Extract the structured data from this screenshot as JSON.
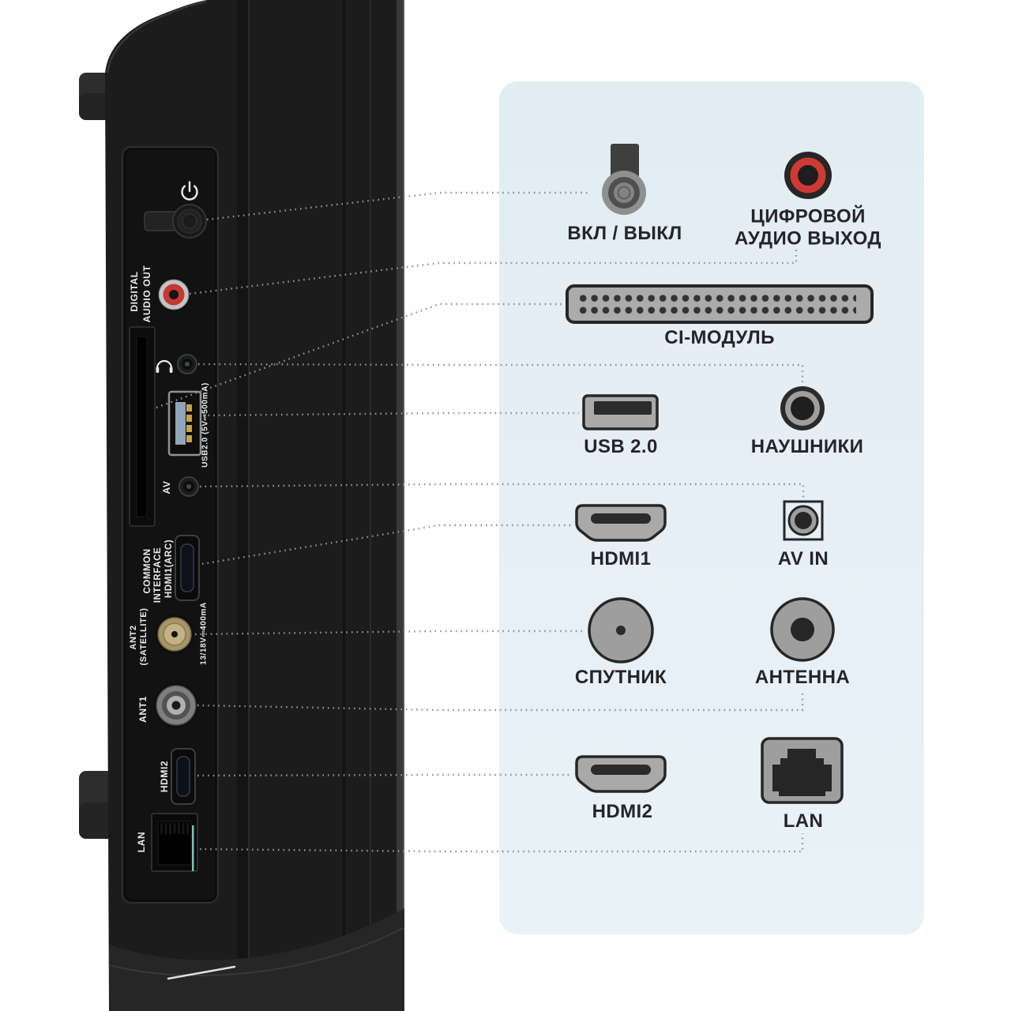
{
  "title": "TV rear connection panel diagram",
  "colors": {
    "background": "#ffffff",
    "panel_bg_top": "#e2ecf3",
    "panel_bg_bottom": "#e9f2f7",
    "dotted_line": "#8d9399",
    "icon_gray": "#9e9e9e",
    "icon_dark": "#262626",
    "accent_red": "#cf3a34",
    "tv_body": "#1c1c1c",
    "tv_label_text": "#ececec",
    "legend_text": "#232528"
  },
  "icons": [
    "power-symbol-icon",
    "power-button-icon",
    "rca-digital-audio-icon",
    "ci-module-slot-icon",
    "headphones-icon",
    "usb-port-icon",
    "av-jack-icon",
    "hdmi-port-icon",
    "satellite-connector-icon",
    "antenna-connector-icon",
    "lan-rj45-icon"
  ],
  "tv_labels": {
    "digital_audio": [
      "DIGITAL",
      "AUDIO OUT"
    ],
    "usb": "USB2.0  (5V⎓500mA)",
    "av": "AV",
    "common_interface": [
      "COMMON",
      "INTERFACE"
    ],
    "hdmi1": "HDMI1(ARC)",
    "ant2": [
      "ANT2",
      "(SATELLITE)"
    ],
    "sat_power": "13/18V⎓400mA",
    "ant1": "ANT1",
    "hdmi2": "HDMI2",
    "lan": "LAN"
  },
  "legend_labels": {
    "power": "ВКЛ / ВЫКЛ",
    "digital_audio": "ЦИФРОВОЙ\nАУДИО ВЫХОД",
    "ci": "CI-МОДУЛЬ",
    "usb": "USB 2.0",
    "headphones": "НАУШНИКИ",
    "hdmi1": "HDMI1",
    "av_in": "AV IN",
    "satellite": "СПУТНИК",
    "antenna": "АНТЕННА",
    "hdmi2": "HDMI2",
    "lan": "LAN"
  }
}
